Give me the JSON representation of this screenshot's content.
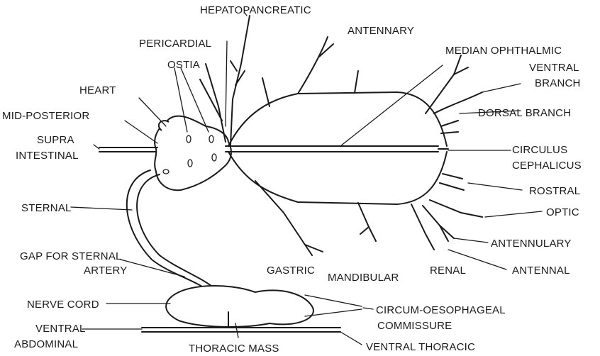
{
  "labels": {
    "hepatopancreatic": "HEPATOPANCREATIC",
    "pericardial": "PERICARDIAL",
    "antennary": "ANTENNARY",
    "median_ophthalmic": "MEDIAN OPHTHALMIC",
    "ventral_branch_1": "VENTRAL",
    "ventral_branch_2": "BRANCH",
    "ostia": "OSTIA",
    "heart": "HEART",
    "dorsal_branch": "DORSAL BRANCH",
    "mid_posterior": "MID-POSTERIOR",
    "supra_intestinal_1": "SUPRA",
    "supra_intestinal_2": "INTESTINAL",
    "circulus_1": "CIRCULUS",
    "circulus_2": "CEPHALICUS",
    "rostral": "ROSTRAL",
    "sternal": "STERNAL",
    "optic": "OPTIC",
    "antennulary": "ANTENNULARY",
    "gap_1": "GAP FOR STERNAL",
    "gap_2": "ARTERY",
    "gastric": "GASTRIC",
    "mandibular": "MANDIBULAR",
    "renal": "RENAL",
    "antennal": "ANTENNAL",
    "nerve_cord": "NERVE CORD",
    "circum_1": "CIRCUM-OESOPHAGEAL",
    "circum_2": "COMMISSURE",
    "ventral_abdominal_1": "VENTRAL",
    "ventral_abdominal_2": "ABDOMINAL",
    "thoracic_mass": "THORACIC MASS",
    "ventral_thoracic": "VENTRAL THORACIC"
  }
}
